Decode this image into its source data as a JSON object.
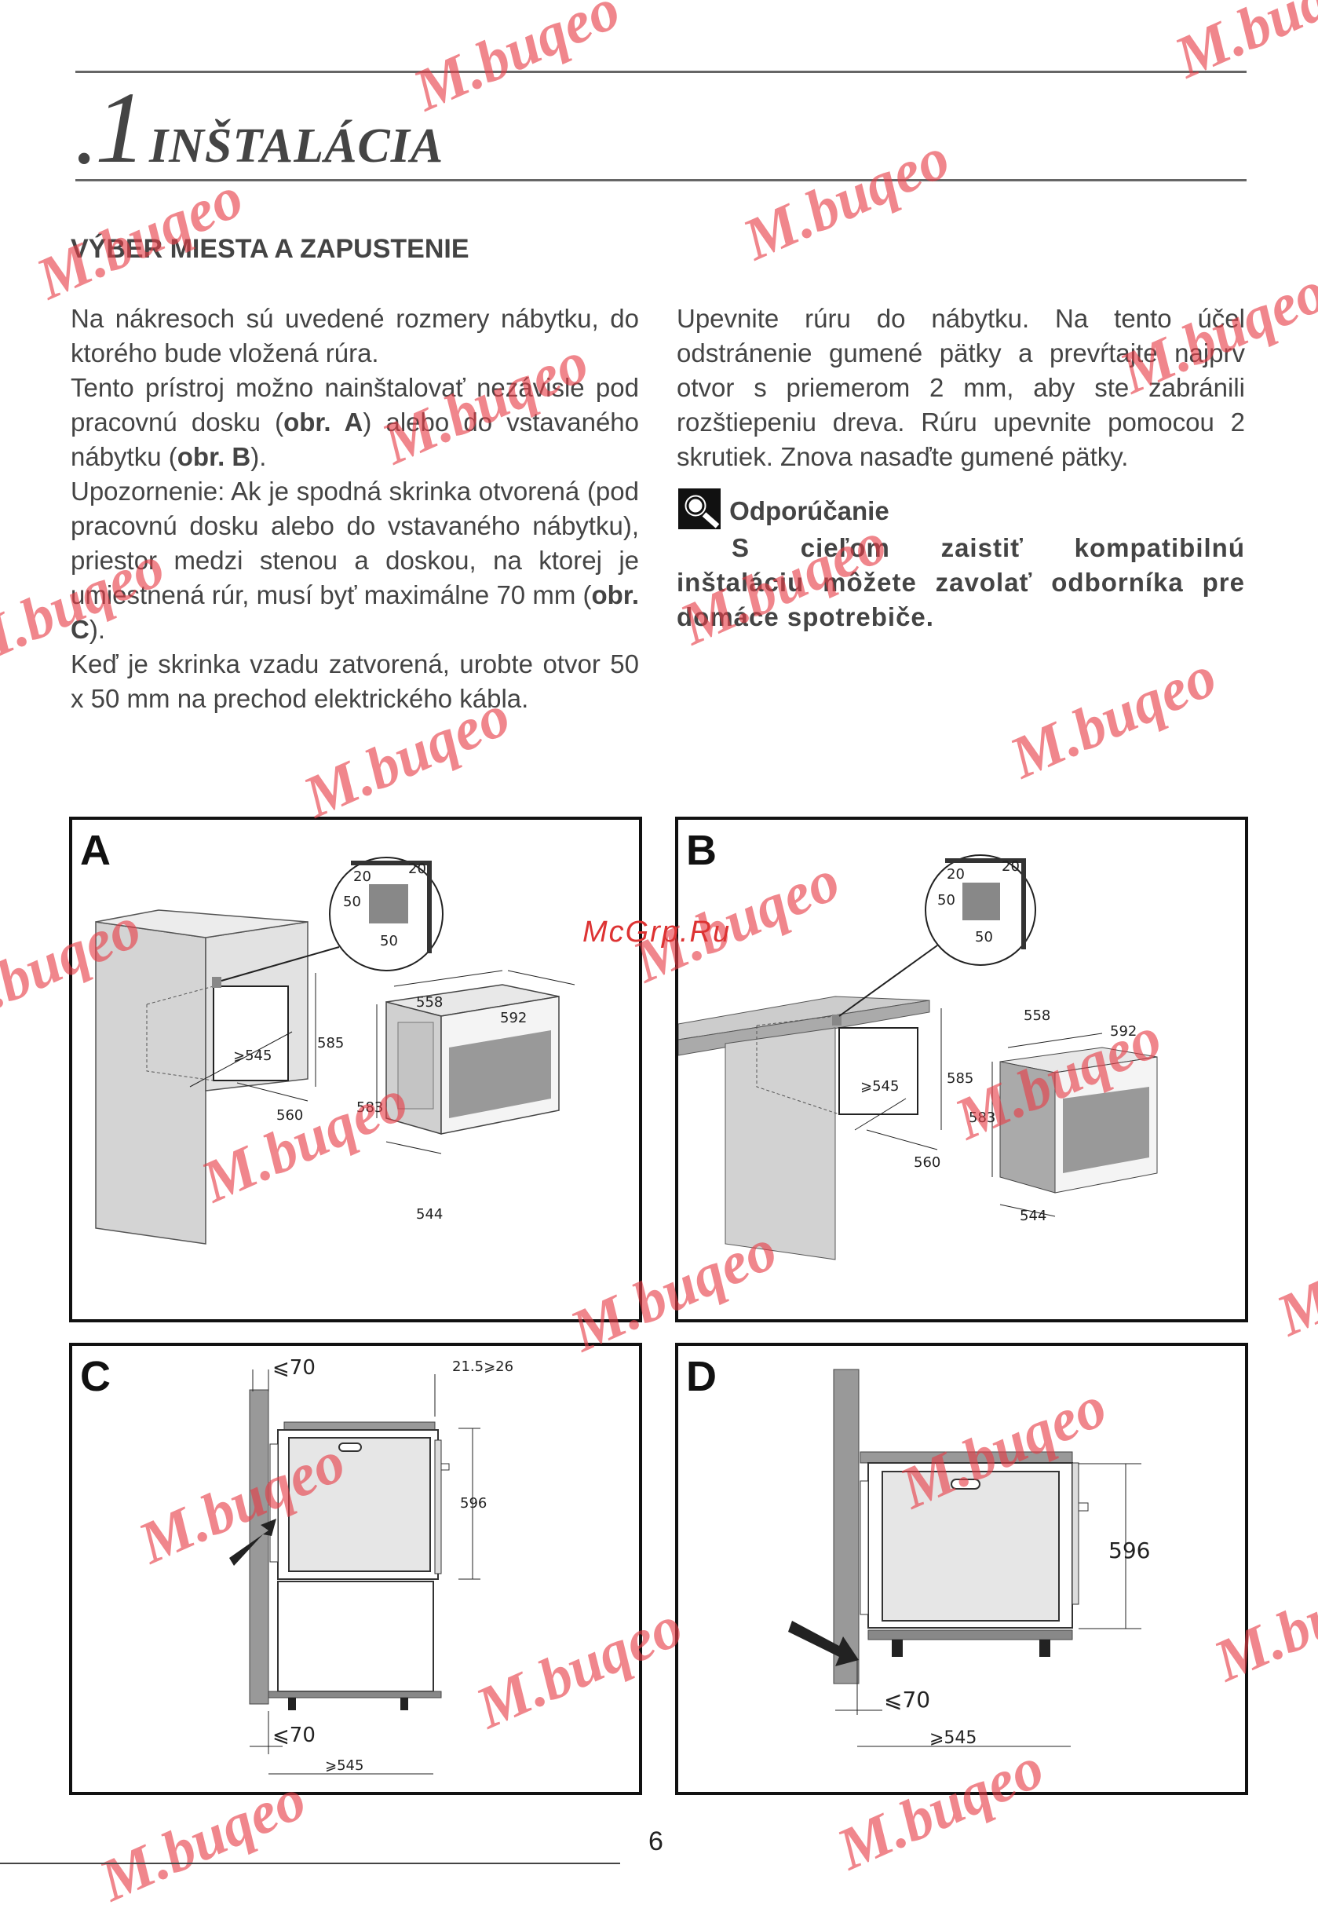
{
  "header": {
    "bullet": "•",
    "number": "1",
    "title": "INŠTALÁCIA"
  },
  "section": {
    "heading": "VÝBER MIESTA A ZAPUSTENIE"
  },
  "left_column": {
    "p1": "Na nákresoch sú uvedené rozmery nábytku, do ktorého bude vložená rúra.",
    "p2_a": "Tento prístroj možno nainštalovať nezávisle pod pracovnú dosku (",
    "p2_b1": "obr. A",
    "p2_c": ") alebo do vstavaného nábytku (",
    "p2_b2": "obr. B",
    "p2_d": ").",
    "p3_a": "Upozornenie: Ak je spodná skrinka otvorená (pod pracovnú dosku alebo do vstavaného nábytku), priestor medzi stenou a doskou, na ktorej je umiestnená rúr, musí byť maximálne 70 mm (",
    "p3_b": "obr. C",
    "p3_c": ").",
    "p4": "Keď je skrinka vzadu zatvorená, urobte otvor 50 x 50 mm na prechod elektrického kábla."
  },
  "right_column": {
    "p1": "Upevnite rúru do nábytku. Na tento účel odstránenie gumené pätky a prevŕtajte najprv otvor s priemerom 2 mm, aby ste zabránili rozštiepeniu dreva. Rúru upevnite pomocou 2 skrutiek. Znova nasaďte gumené pätky.",
    "recommendation_title": "Odporúčanie",
    "recommendation_text": "S cieľom zaistiť kompatibilnú inštaláciu môžete zavolať odborníka pre domáce spotrebiče."
  },
  "figures": {
    "A": {
      "label": "A",
      "dims": [
        "20",
        "20",
        "50",
        "50",
        "558",
        "592",
        "585",
        "⩾545",
        "583",
        "560",
        "544"
      ]
    },
    "B": {
      "label": "B",
      "dims": [
        "20",
        "20",
        "50",
        "50",
        "558",
        "592",
        "⩾545",
        "585",
        "583",
        "560",
        "544"
      ]
    },
    "C": {
      "label": "C",
      "dims": [
        "⩽70",
        "21.5⩾26",
        "596",
        "⩽70",
        "⩾545"
      ]
    },
    "D": {
      "label": "D",
      "dims": [
        "596",
        "⩽70",
        "⩾545"
      ]
    }
  },
  "watermarks": {
    "text": "M.buqeo",
    "site": "McGrp.Ru"
  },
  "footer": {
    "page_number": "6"
  }
}
